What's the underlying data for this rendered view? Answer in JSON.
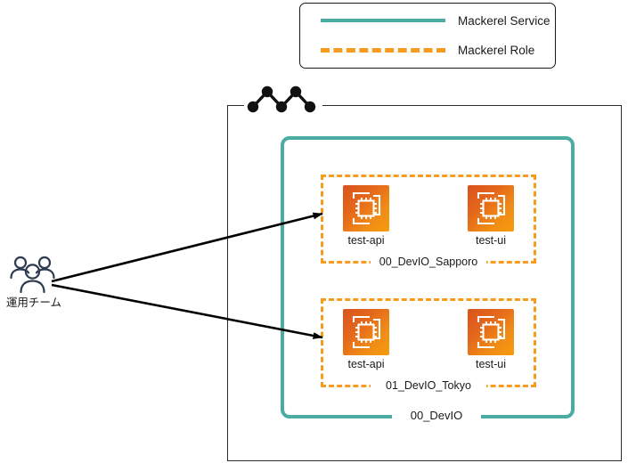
{
  "legend": {
    "items": [
      {
        "label": "Mackerel Service",
        "style": "solid",
        "color": "#4CACA4"
      },
      {
        "label": "Mackerel Role",
        "style": "dashed",
        "color": "#F79B1E"
      }
    ]
  },
  "actor": {
    "icon": "users-icon",
    "label": "運用チーム"
  },
  "region": {
    "icon": "aws-region-icon"
  },
  "service": {
    "label": "00_DevIO",
    "color": "#4CACA4",
    "roles": [
      {
        "label": "00_DevIO_Sapporo",
        "color": "#F79B1E",
        "nodes": [
          {
            "label": "test-api",
            "icon": "ec2-instance-icon"
          },
          {
            "label": "test-ui",
            "icon": "ec2-instance-icon"
          }
        ]
      },
      {
        "label": "01_DevIO_Tokyo",
        "color": "#F79B1E",
        "nodes": [
          {
            "label": "test-api",
            "icon": "ec2-instance-icon"
          },
          {
            "label": "test-ui",
            "icon": "ec2-instance-icon"
          }
        ]
      }
    ]
  },
  "connections": [
    {
      "from": "運用チーム",
      "to": "00_DevIO_Sapporo",
      "arrow": "end"
    },
    {
      "from": "運用チーム",
      "to": "01_DevIO_Tokyo",
      "arrow": "end"
    }
  ]
}
